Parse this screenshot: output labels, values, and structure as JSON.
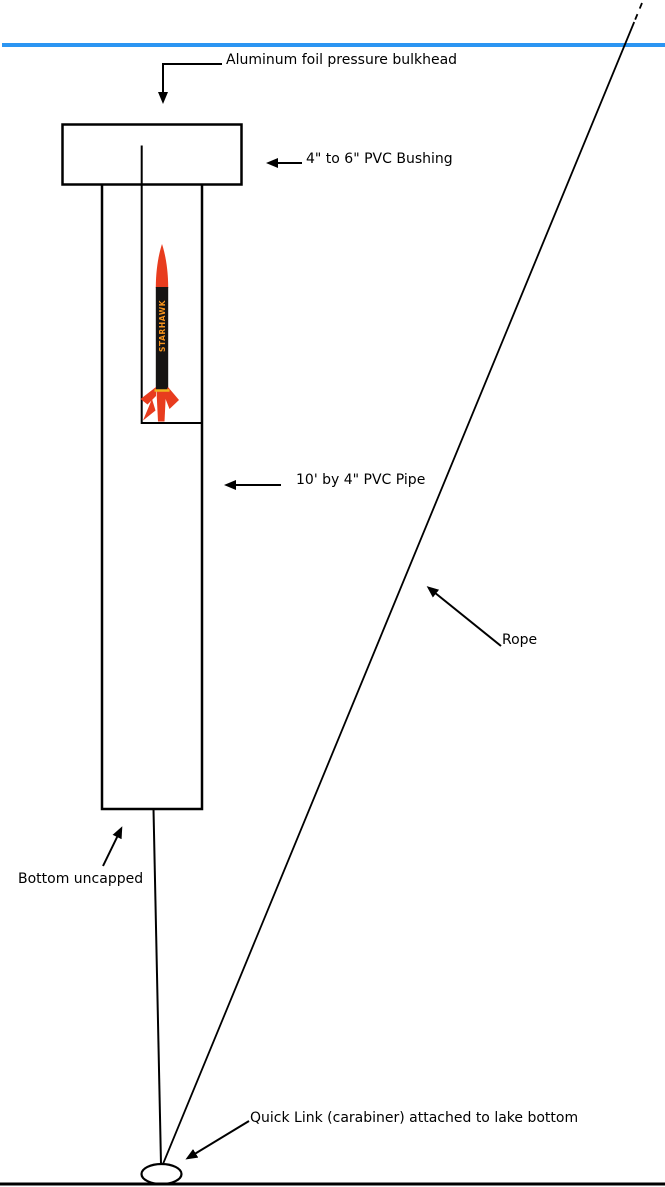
{
  "diagram": {
    "type": "underwater-rocket-launch-tube-diagram",
    "labels": {
      "bulkhead": "Aluminum foil pressure bulkhead",
      "bushing": "4\" to 6\" PVC Bushing",
      "pipe": "10' by 4\" PVC Pipe",
      "rope": "Rope",
      "bottom": "Bottom uncapped",
      "quick_link": "Quick Link (carabiner) attached to lake bottom"
    },
    "rocket": {
      "brand_text": "STARHAWK"
    }
  },
  "colors": {
    "water_line": "#2b95f2",
    "ink": "#000000",
    "rocket_red": "#e83c1e",
    "rocket_body": "#161413",
    "rocket_ring": "#f0b31e",
    "rocket_text": "#f7941d",
    "paper": "#ffffff"
  }
}
